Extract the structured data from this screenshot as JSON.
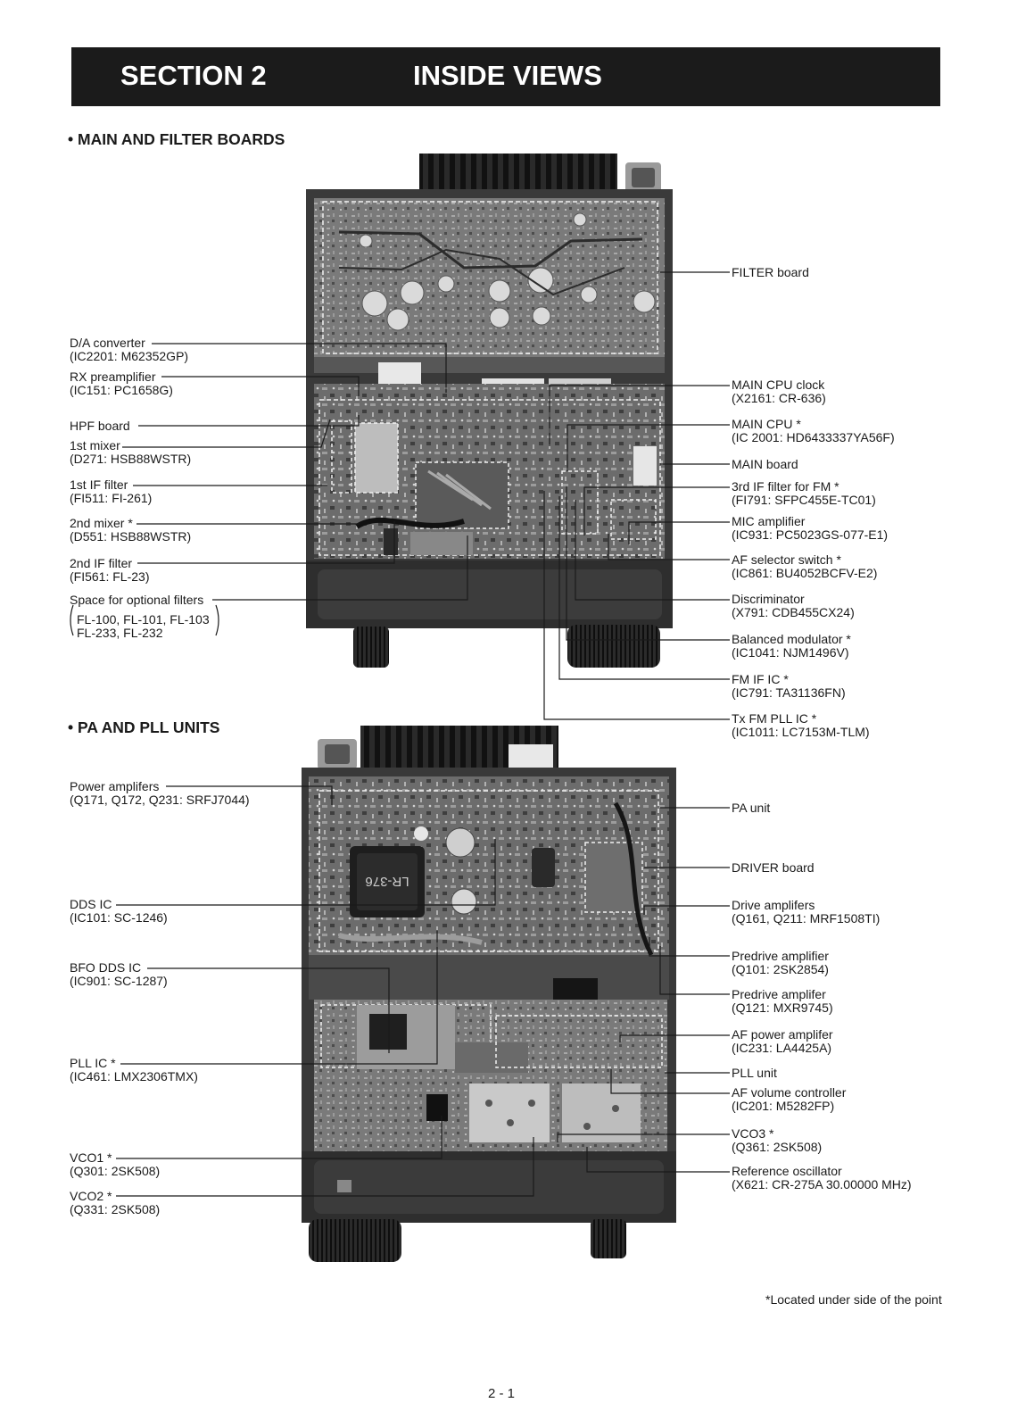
{
  "header": {
    "section": "SECTION 2",
    "title": "INSIDE VIEWS"
  },
  "colors": {
    "header_bg": "#1b1b1b",
    "header_text": "#ffffff",
    "text": "#1a1a1a"
  },
  "sections": {
    "main_filter": "• MAIN AND FILTER BOARDS",
    "pa_pll": "• PA AND PLL UNITS"
  },
  "main_labels_left": [
    {
      "line1": "D/A converter",
      "line2": "(IC2201: M62352GP)"
    },
    {
      "line1": "RX preamplifier",
      "line2": "(IC151:   PC1658G)"
    },
    {
      "line1": "HPF board",
      "line2": ""
    },
    {
      "line1": "1st mixer",
      "line2": "(D271: HSB88WSTR)"
    },
    {
      "line1": "1st IF filter",
      "line2": "(FI511: FI-261)"
    },
    {
      "line1": "2nd mixer *",
      "line2": "(D551: HSB88WSTR)"
    },
    {
      "line1": "2nd IF filter",
      "line2": "(FI561: FL-23)"
    },
    {
      "line1": "Space for optional filters",
      "line2": ""
    }
  ],
  "optional_filters": {
    "line1": "FL-100, FL-101, FL-103",
    "line2": "FL-233, FL-232"
  },
  "main_labels_right": [
    {
      "line1": "FILTER board",
      "line2": ""
    },
    {
      "line1": "MAIN CPU clock",
      "line2": "(X2161: CR-636)"
    },
    {
      "line1": "MAIN CPU *",
      "line2": "(IC 2001: HD6433337YA56F)"
    },
    {
      "line1": "MAIN board",
      "line2": ""
    },
    {
      "line1": "3rd IF filter for FM *",
      "line2": "(FI791: SFPC455E-TC01)"
    },
    {
      "line1": "MIC amplifier",
      "line2": "(IC931:   PC5023GS-077-E1)"
    },
    {
      "line1": "AF selector switch *",
      "line2": "(IC861: BU4052BCFV-E2)"
    },
    {
      "line1": "Discriminator",
      "line2": "(X791: CDB455CX24)"
    },
    {
      "line1": "Balanced modulator *",
      "line2": "(IC1041: NJM1496V)"
    },
    {
      "line1": "FM IF IC *",
      "line2": "(IC791: TA31136FN)"
    },
    {
      "line1": "Tx FM PLL IC *",
      "line2": "(IC1011: LC7153M-TLM)"
    }
  ],
  "pa_labels_left": [
    {
      "line1": "Power amplifers",
      "line2": "(Q171, Q172, Q231: SRFJ7044)"
    },
    {
      "line1": "DDS IC",
      "line2": "(IC101: SC-1246)"
    },
    {
      "line1": "BFO DDS IC",
      "line2": "(IC901: SC-1287)"
    },
    {
      "line1": "PLL IC *",
      "line2": "(IC461: LMX2306TMX)"
    },
    {
      "line1": "VCO1 *",
      "line2": "(Q301: 2SK508)"
    },
    {
      "line1": "VCO2 *",
      "line2": "(Q331: 2SK508)"
    }
  ],
  "pa_labels_right": [
    {
      "line1": "PA unit",
      "line2": ""
    },
    {
      "line1": "DRIVER board",
      "line2": ""
    },
    {
      "line1": "Drive amplifers",
      "line2": "(Q161, Q211: MRF1508TI)"
    },
    {
      "line1": "Predrive amplifier",
      "line2": "(Q101: 2SK2854)"
    },
    {
      "line1": "Predrive amplifer",
      "line2": "(Q121: MXR9745)"
    },
    {
      "line1": "AF power amplifer",
      "line2": "(IC231: LA4425A)"
    },
    {
      "line1": "PLL unit",
      "line2": ""
    },
    {
      "line1": "AF volume controller",
      "line2": "(IC201: M5282FP)"
    },
    {
      "line1": "VCO3 *",
      "line2": "(Q361: 2SK508)"
    },
    {
      "line1": "Reference oscillator",
      "line2": "(X621: CR-275A 30.00000 MHz)"
    }
  ],
  "photo_text": {
    "coil_label": "LR-376"
  },
  "footnote": "*Located under side of the point",
  "page_number": "2 - 1"
}
